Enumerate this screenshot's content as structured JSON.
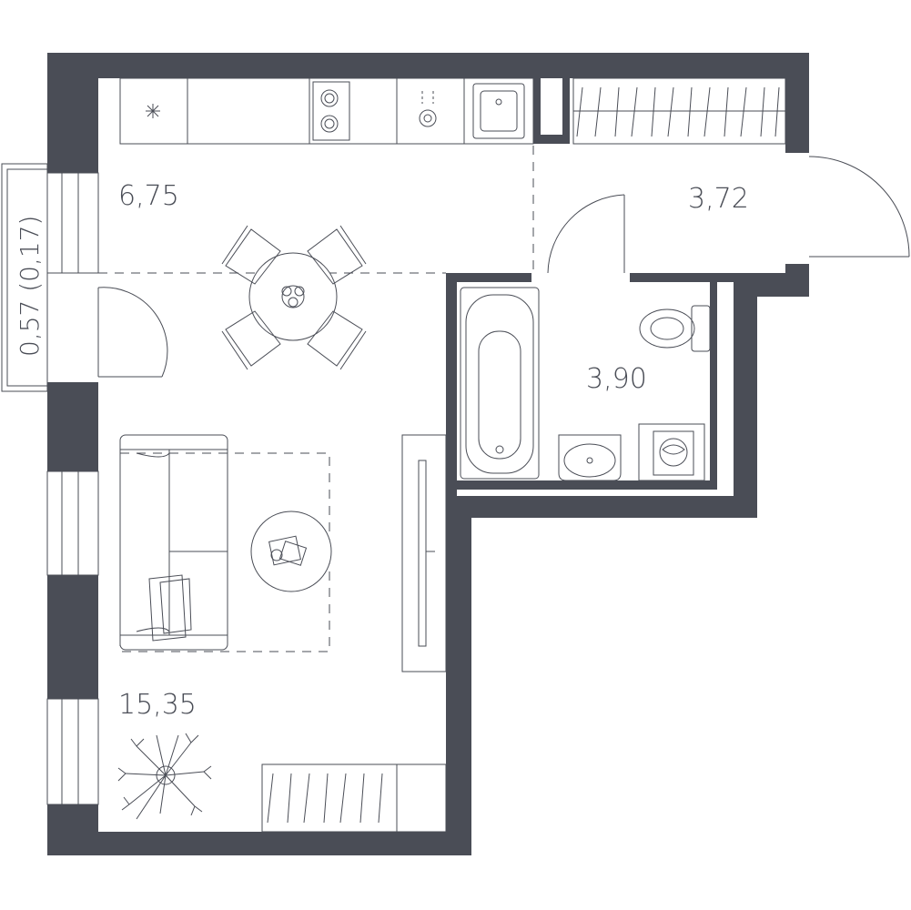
{
  "rooms": [
    {
      "id": "kitchen",
      "area": "6,75"
    },
    {
      "id": "hall",
      "area": "3,72"
    },
    {
      "id": "bathroom",
      "area": "3,90"
    },
    {
      "id": "living",
      "area": "15,35"
    }
  ],
  "balcony": {
    "area": "0,57",
    "reduced_area": "(0,17)"
  },
  "colors": {
    "wall": "#4a4d56",
    "background": "#ffffff"
  }
}
